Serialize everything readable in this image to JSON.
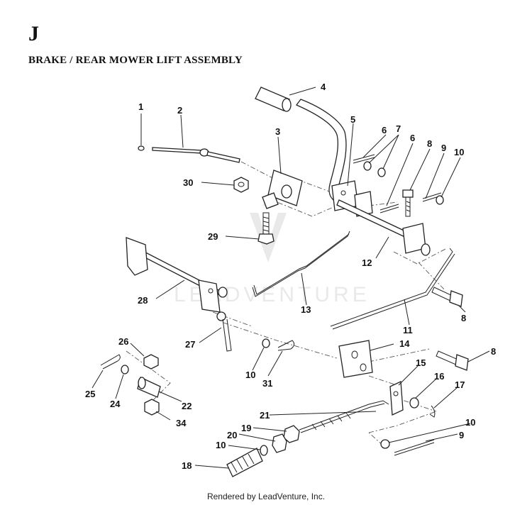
{
  "header": {
    "section": "J",
    "title": "BRAKE / REAR MOWER LIFT ASSEMBLY"
  },
  "watermark": {
    "text": "LEADVENTURE"
  },
  "footer": {
    "text": "Rendered by LeadVenture, Inc."
  },
  "callouts": [
    "1",
    "2",
    "3",
    "4",
    "5",
    "6",
    "7",
    "6",
    "8",
    "9",
    "10",
    "30",
    "29",
    "12",
    "28",
    "13",
    "11",
    "8",
    "27",
    "26",
    "14",
    "8",
    "10",
    "31",
    "25",
    "24",
    "22",
    "15",
    "16",
    "17",
    "34",
    "21",
    "10",
    "19",
    "20",
    "9",
    "10",
    "18"
  ]
}
